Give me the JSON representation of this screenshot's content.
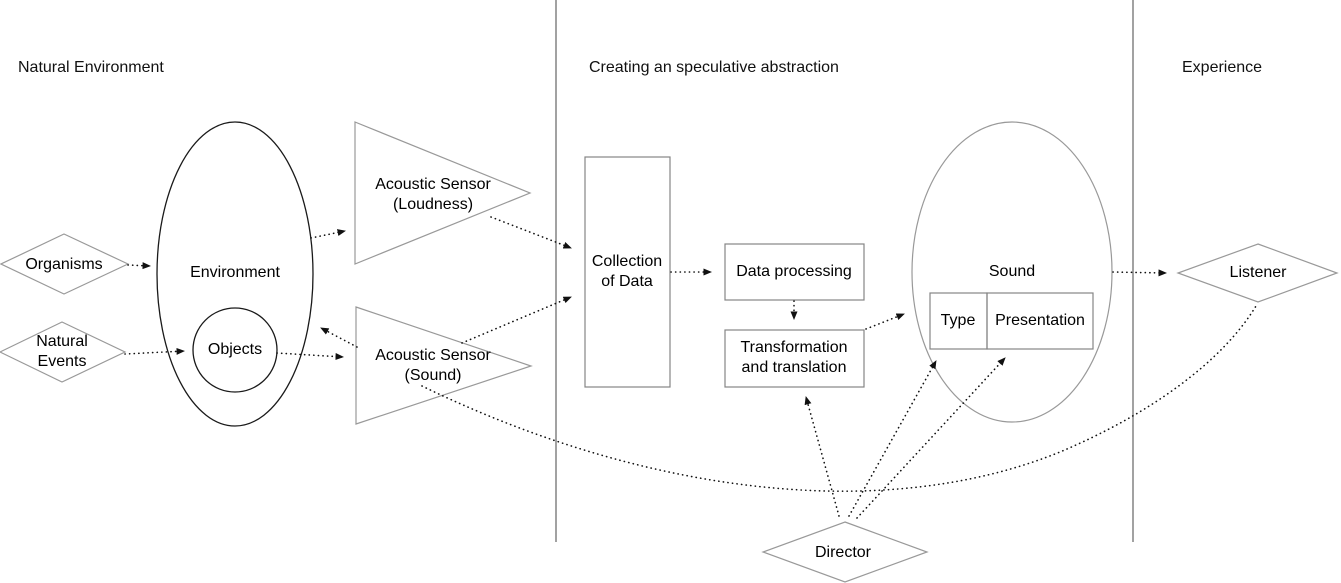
{
  "diagram": {
    "title_area": {
      "sections": [
        {
          "label": "Natural Environment"
        },
        {
          "label": "Creating an speculative abstraction"
        },
        {
          "label": "Experience"
        }
      ]
    },
    "nodes": {
      "organisms": {
        "label": "Organisms",
        "shape": "diamond"
      },
      "natural_events": {
        "label": "Natural\nEvents",
        "shape": "diamond"
      },
      "environment": {
        "label": "Environment",
        "shape": "ellipse"
      },
      "objects": {
        "label": "Objects",
        "shape": "circle"
      },
      "sensor_loudness": {
        "label": "Acoustic Sensor\n(Loudness)",
        "shape": "triangle"
      },
      "sensor_sound": {
        "label": "Acoustic Sensor\n(Sound)",
        "shape": "triangle"
      },
      "collection": {
        "label": "Collection\nof Data",
        "shape": "rect"
      },
      "data_processing": {
        "label": "Data processing",
        "shape": "rect"
      },
      "transformation": {
        "label": "Transformation\nand translation",
        "shape": "rect"
      },
      "sound": {
        "label": "Sound",
        "shape": "ellipse"
      },
      "type": {
        "label": "Type",
        "shape": "rect"
      },
      "presentation": {
        "label": "Presentation",
        "shape": "rect"
      },
      "listener": {
        "label": "Listener",
        "shape": "diamond"
      },
      "director": {
        "label": "Director",
        "shape": "diamond"
      }
    },
    "edges": [
      {
        "from": "Organisms",
        "to": "Environment",
        "style": "dotted",
        "arrow": true
      },
      {
        "from": "Natural Events",
        "to": "Objects",
        "style": "dotted",
        "arrow": true
      },
      {
        "from": "Environment",
        "to": "Acoustic Sensor (Loudness)",
        "style": "dotted",
        "arrow": true
      },
      {
        "from": "Objects",
        "to": "Acoustic Sensor (Sound)",
        "style": "dotted",
        "arrow": true
      },
      {
        "from": "Acoustic Sensor (Sound)",
        "to": "Environment",
        "style": "dotted",
        "arrow": true
      },
      {
        "from": "Acoustic Sensor (Loudness)",
        "to": "Collection of Data",
        "style": "dotted",
        "arrow": true
      },
      {
        "from": "Acoustic Sensor (Sound)",
        "to": "Collection of Data",
        "style": "dotted",
        "arrow": true
      },
      {
        "from": "Collection of Data",
        "to": "Data processing",
        "style": "dotted",
        "arrow": true
      },
      {
        "from": "Data processing",
        "to": "Transformation and translation",
        "style": "dotted",
        "arrow": true
      },
      {
        "from": "Transformation and translation",
        "to": "Sound",
        "style": "dotted",
        "arrow": true
      },
      {
        "from": "Sound",
        "to": "Listener",
        "style": "dotted",
        "arrow": true
      },
      {
        "from": "Director",
        "to": "Transformation and translation",
        "style": "dotted",
        "arrow": true
      },
      {
        "from": "Director",
        "to": "Type",
        "style": "dotted",
        "arrow": true
      },
      {
        "from": "Director",
        "to": "Presentation",
        "style": "dotted",
        "arrow": true
      },
      {
        "from": "Acoustic Sensor (Sound)",
        "to": "Listener",
        "style": "dotted-curve",
        "arrow": false
      }
    ],
    "colors": {
      "background": "#ffffff",
      "dark_stroke": "#1a1a1a",
      "light_stroke": "#999999",
      "box_stroke": "#858585",
      "divider": "#707070",
      "arrow": "#111111",
      "text": "#000000"
    }
  }
}
